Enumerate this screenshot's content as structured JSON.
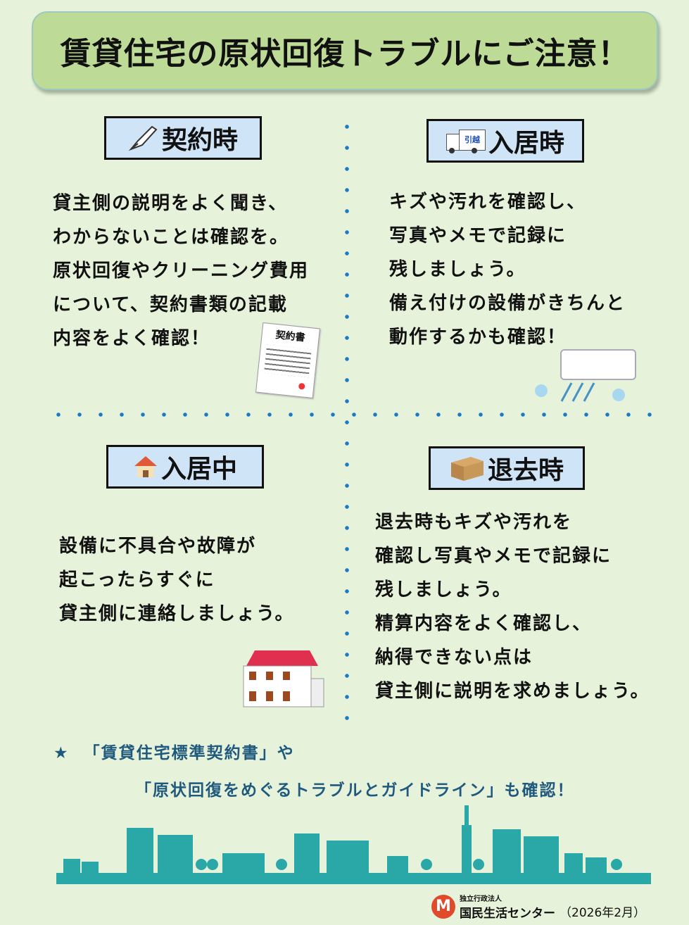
{
  "title": "賃貸住宅の原状回復トラブルにご注意！",
  "sections": [
    {
      "label": "契約時",
      "icon": "fountain-pen-icon",
      "lines": [
        "貸主側の説明をよく聞き、",
        "わからないことは確認を。",
        "原状回復やクリーニング費用",
        "について、契約書類の記載",
        "内容をよく確認！"
      ],
      "illustration_text": "契約書"
    },
    {
      "label": "入居時",
      "icon": "moving-truck-icon",
      "truck_text": "引越",
      "lines": [
        "キズや汚れを確認し、",
        "写真やメモで記録に",
        "残しましょう。",
        "備え付けの設備がきちんと",
        "動作するかも確認！"
      ]
    },
    {
      "label": "入居中",
      "icon": "house-icon",
      "lines": [
        "設備に不具合や故障が",
        "起こったらすぐに",
        "貸主側に連絡しましょう。"
      ]
    },
    {
      "label": "退去時",
      "icon": "cardboard-box-icon",
      "lines": [
        "退去時もキズや汚れを",
        "確認し写真やメモで記録に",
        "残しましょう。",
        "精算内容をよく確認し、",
        "納得できない点は",
        "貸主側に説明を求めましょう。"
      ]
    }
  ],
  "note": {
    "star": "★",
    "line1": "「賃貸住宅標準契約書」や",
    "line2": "「原状回復をめぐるトラブルとガイドライン」も確認！"
  },
  "footer": {
    "org_sub": "独立行政法人",
    "org_name": "国民生活センター",
    "date": "（2026年2月）"
  },
  "colors": {
    "background": "#e7f2da",
    "title_box": "#bddb96",
    "label_box": "#cfe4f6",
    "dots": "#1a7bc4",
    "skyline": "#2aa8a8",
    "note": "#1f5a7e",
    "logo": "#e04a2a"
  }
}
